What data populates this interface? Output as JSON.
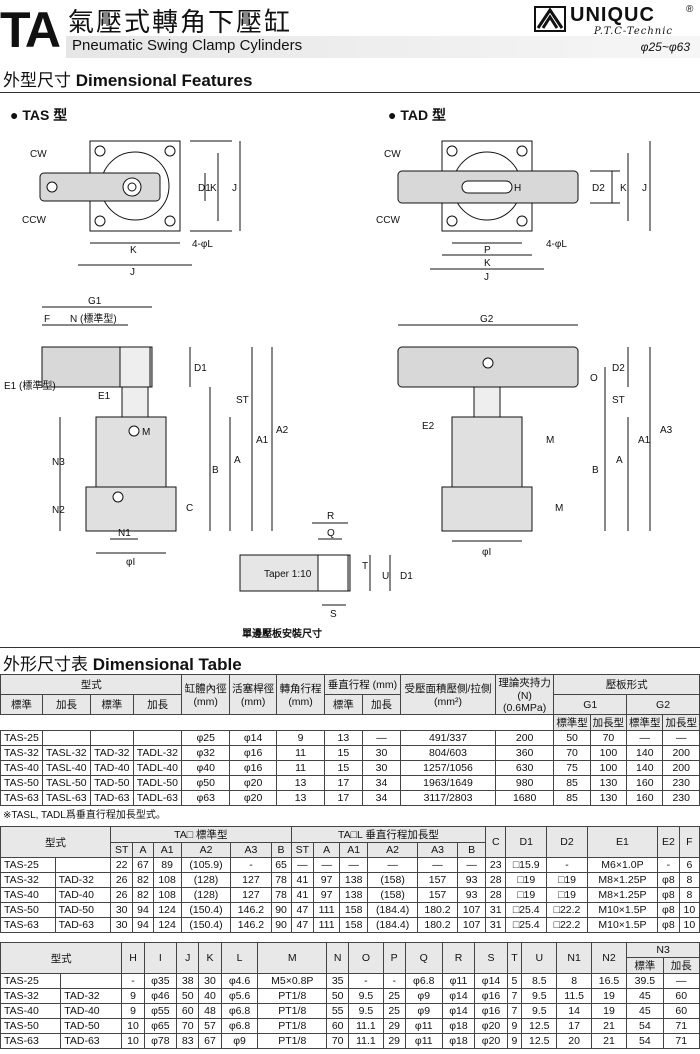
{
  "header": {
    "code": "TA",
    "title_zh": "氣壓式轉角下壓缸",
    "title_en": "Pneumatic Swing Clamp Cylinders",
    "range": "φ25~φ63",
    "brand": "UNIQUC",
    "brand_reg": "®",
    "brand_sub": "P.T.C-Technic"
  },
  "sections": {
    "features_zh": "外型尺寸",
    "features_en": "Dimensional Features",
    "table_zh": "外形尺寸表",
    "table_en": "Dimensional Table"
  },
  "drawing": {
    "tas_label": "● TAS 型",
    "tad_label": "● TAD 型",
    "plate_caption": "單邊壓板安裝尺寸",
    "labels": [
      "CW",
      "CCW",
      "K",
      "J",
      "D1",
      "4-φL",
      "P",
      "H",
      "D2",
      "G1",
      "F",
      "N (標準型)",
      "E1",
      "E1 (標準型)",
      "M",
      "N3",
      "N2",
      "N1",
      "φI",
      "C",
      "B",
      "A",
      "A1",
      "A2",
      "ST",
      "G2",
      "O",
      "E2",
      "A3",
      "R",
      "Q",
      "T",
      "U",
      "S",
      "Taper 1:10"
    ]
  },
  "table1": {
    "headers": {
      "model": "型式",
      "bore": "缸體內徑",
      "rod": "活塞桿徑",
      "angle": "轉角行程",
      "stroke": "垂直行程 (mm)",
      "area": "受壓面積壓側/拉側",
      "force": "理論夾持力",
      "plate": "壓板形式",
      "std": "標準",
      "ext": "加長",
      "mm": "(mm)",
      "mm2": "(mm²)",
      "n": "(N)",
      "mpa": "(0.6MPa)",
      "g1": "G1",
      "g2": "G2",
      "std_type": "標準型",
      "ext_type": "加長型"
    },
    "rows": [
      [
        "TAS-25",
        "",
        "",
        "",
        "φ25",
        "φ14",
        "9",
        "13",
        "—",
        "491/337",
        "200",
        "50",
        "70",
        "—",
        "—"
      ],
      [
        "TAS-32",
        "TASL-32",
        "TAD-32",
        "TADL-32",
        "φ32",
        "φ16",
        "11",
        "15",
        "30",
        "804/603",
        "360",
        "70",
        "100",
        "140",
        "200"
      ],
      [
        "TAS-40",
        "TASL-40",
        "TAD-40",
        "TADL-40",
        "φ40",
        "φ16",
        "11",
        "15",
        "30",
        "1257/1056",
        "630",
        "75",
        "100",
        "140",
        "200"
      ],
      [
        "TAS-50",
        "TASL-50",
        "TAD-50",
        "TADL-50",
        "φ50",
        "φ20",
        "13",
        "17",
        "34",
        "1963/1649",
        "980",
        "85",
        "130",
        "160",
        "230"
      ],
      [
        "TAS-63",
        "TASL-63",
        "TAD-63",
        "TADL-63",
        "φ63",
        "φ20",
        "13",
        "17",
        "34",
        "3117/2803",
        "1680",
        "85",
        "130",
        "160",
        "230"
      ]
    ],
    "note": "※TASL, TADL爲垂直行程加長型式。"
  },
  "table2": {
    "headers": {
      "model": "型式",
      "std_group": "TA□ 標準型",
      "ext_group": "TA□L 垂直行程加長型",
      "cols_std": [
        "ST",
        "A",
        "A1",
        "A2",
        "A3",
        "B"
      ],
      "cols_ext": [
        "ST",
        "A",
        "A1",
        "A2",
        "A3",
        "B"
      ],
      "cols_tail": [
        "C",
        "D1",
        "D2",
        "E1",
        "E2",
        "F"
      ]
    },
    "rows": [
      [
        "TAS-25",
        "",
        "22",
        "67",
        "89",
        "(105.9)",
        "-",
        "65",
        "—",
        "—",
        "—",
        "—",
        "—",
        "—",
        "23",
        "□15.9",
        "-",
        "M6×1.0P",
        "-",
        "6"
      ],
      [
        "TAS-32",
        "TAD-32",
        "26",
        "82",
        "108",
        "(128)",
        "127",
        "78",
        "41",
        "97",
        "138",
        "(158)",
        "157",
        "93",
        "28",
        "□19",
        "□19",
        "M8×1.25P",
        "φ8",
        "8"
      ],
      [
        "TAS-40",
        "TAD-40",
        "26",
        "82",
        "108",
        "(128)",
        "127",
        "78",
        "41",
        "97",
        "138",
        "(158)",
        "157",
        "93",
        "28",
        "□19",
        "□19",
        "M8×1.25P",
        "φ8",
        "8"
      ],
      [
        "TAS-50",
        "TAD-50",
        "30",
        "94",
        "124",
        "(150.4)",
        "146.2",
        "90",
        "47",
        "111",
        "158",
        "(184.4)",
        "180.2",
        "107",
        "31",
        "□25.4",
        "□22.2",
        "M10×1.5P",
        "φ8",
        "10"
      ],
      [
        "TAS-63",
        "TAD-63",
        "30",
        "94",
        "124",
        "(150.4)",
        "146.2",
        "90",
        "47",
        "111",
        "158",
        "(184.4)",
        "180.2",
        "107",
        "31",
        "□25.4",
        "□22.2",
        "M10×1.5P",
        "φ8",
        "10"
      ]
    ]
  },
  "table3": {
    "headers": {
      "model": "型式",
      "cols": [
        "H",
        "I",
        "J",
        "K",
        "L",
        "M",
        "N",
        "O",
        "P",
        "Q",
        "R",
        "S",
        "T",
        "U",
        "N1",
        "N2"
      ],
      "n3": "N3",
      "std": "標準",
      "ext": "加長"
    },
    "rows": [
      [
        "TAS-25",
        "",
        "-",
        "φ35",
        "38",
        "30",
        "φ4.6",
        "M5×0.8P",
        "35",
        "-",
        "-",
        "φ6.8",
        "φ11",
        "φ14",
        "5",
        "8.5",
        "8",
        "16.5",
        "39.5",
        "—"
      ],
      [
        "TAS-32",
        "TAD-32",
        "9",
        "φ46",
        "50",
        "40",
        "φ5.6",
        "PT1/8",
        "50",
        "9.5",
        "25",
        "φ9",
        "φ14",
        "φ16",
        "7",
        "9.5",
        "11.5",
        "19",
        "45",
        "60"
      ],
      [
        "TAS-40",
        "TAD-40",
        "9",
        "φ55",
        "60",
        "48",
        "φ6.8",
        "PT1/8",
        "55",
        "9.5",
        "25",
        "φ9",
        "φ14",
        "φ16",
        "7",
        "9.5",
        "14",
        "19",
        "45",
        "60"
      ],
      [
        "TAS-50",
        "TAD-50",
        "10",
        "φ65",
        "70",
        "57",
        "φ6.8",
        "PT1/8",
        "60",
        "11.1",
        "29",
        "φ11",
        "φ18",
        "φ20",
        "9",
        "12.5",
        "17",
        "21",
        "54",
        "71"
      ],
      [
        "TAS-63",
        "TAD-63",
        "10",
        "φ78",
        "83",
        "67",
        "φ9",
        "PT1/8",
        "70",
        "11.1",
        "29",
        "φ11",
        "φ18",
        "φ20",
        "9",
        "12.5",
        "20",
        "21",
        "54",
        "71"
      ]
    ]
  }
}
